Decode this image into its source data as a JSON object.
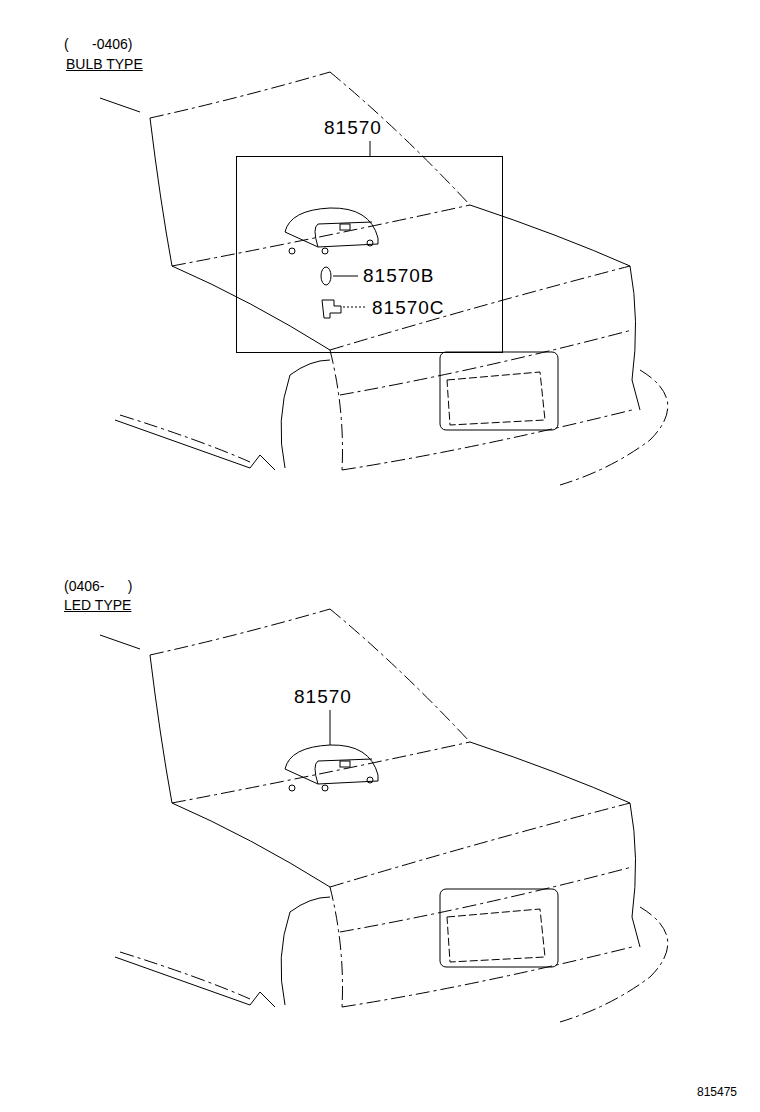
{
  "diagram": {
    "nodes": [
      {
        "text": [
          "81570",
          "81570B",
          "81570C"
        ]
      }
    ],
    "labels": [
      "(      -0406)",
      "BULB TYPE",
      "(0406-      )",
      "LED TYPE",
      "81570",
      "815475"
    ]
  }
}
